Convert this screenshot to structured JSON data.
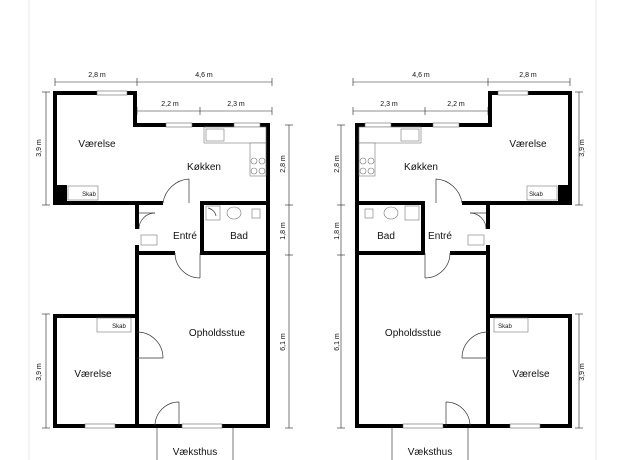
{
  "plans": [
    {
      "id": "left",
      "rooms": {
        "vaerelse_top": "Værelse",
        "kokken": "Køkken",
        "entre": "Entré",
        "bad": "Bad",
        "opholdsstue": "Opholdsstue",
        "vaerelse_bottom": "Værelse",
        "vaeksthus": "Væksthus",
        "skab_top": "Skab",
        "skab_bottom": "Skab"
      },
      "dims": {
        "top_a": "2,8 m",
        "top_b": "4,6 m",
        "inner_a": "2,2 m",
        "inner_b": "2,3 m",
        "side_top": "3,9 m",
        "side_bottom": "3,9 m",
        "right_a": "2,8 m",
        "right_b": "1,8 m",
        "right_c": "6,1 m"
      }
    },
    {
      "id": "right",
      "rooms": {
        "vaerelse_top": "Værelse",
        "kokken": "Køkken",
        "entre": "Entré",
        "bad": "Bad",
        "opholdsstue": "Opholdsstue",
        "vaerelse_bottom": "Værelse",
        "vaeksthus": "Væksthus",
        "skab_top": "Skab",
        "skab_bottom": "Skab"
      },
      "dims": {
        "top_a": "4,6 m",
        "top_b": "2,8 m",
        "inner_a": "2,3 m",
        "inner_b": "2,2 m",
        "side_top": "3,9 m",
        "side_bottom": "3,9 m",
        "left_a": "2,8 m",
        "left_b": "1,8 m",
        "left_c": "6,1 m"
      }
    }
  ]
}
